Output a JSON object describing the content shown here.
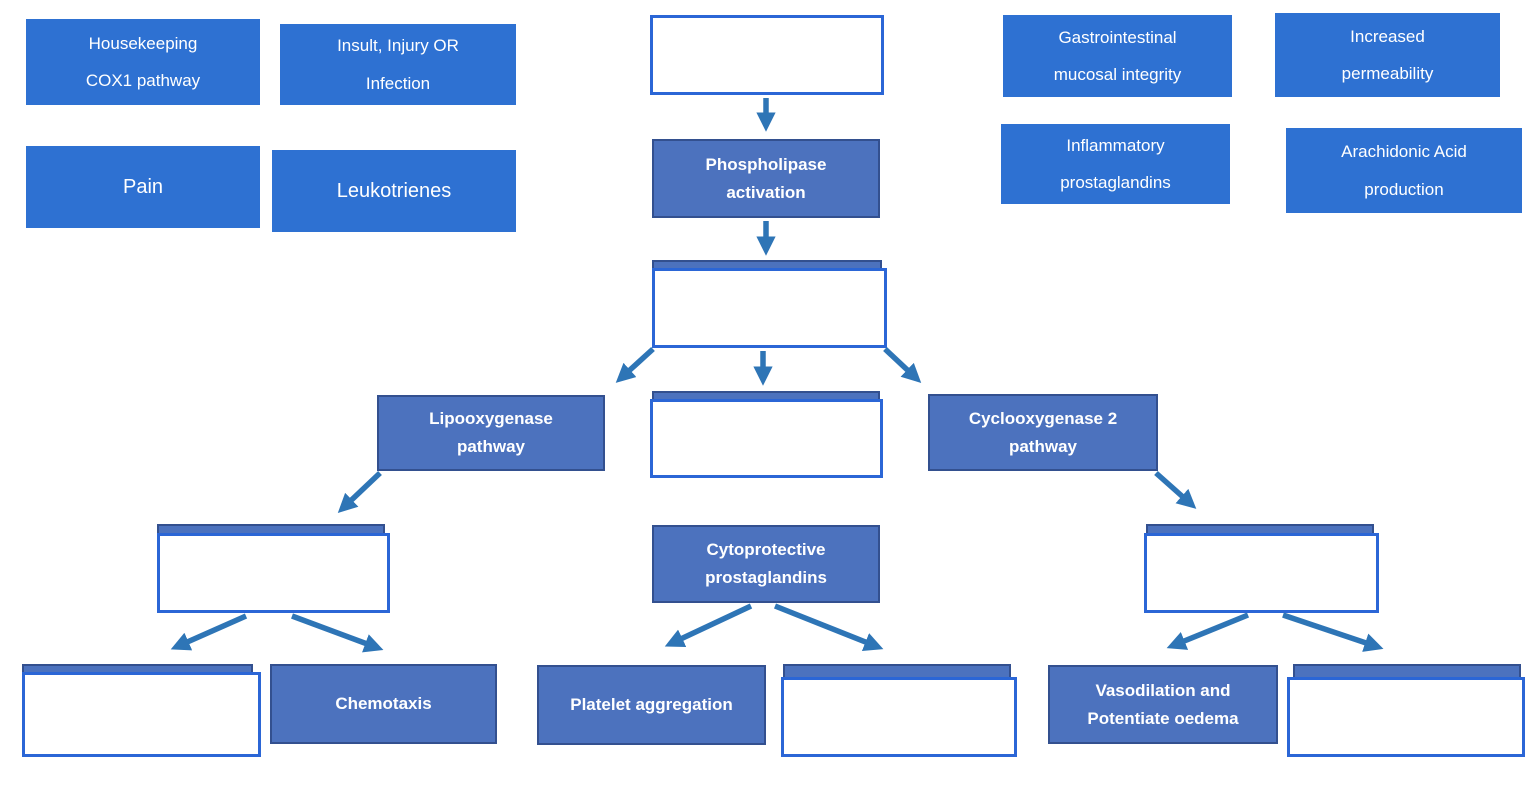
{
  "word_bank": {
    "items": [
      {
        "id": "housekeeping",
        "label": "Housekeeping\nCOX1 pathway"
      },
      {
        "id": "insult_injury_infection",
        "label": "Insult, Injury OR\nInfection"
      },
      {
        "id": "pain",
        "label": "Pain"
      },
      {
        "id": "leukotrienes",
        "label": "Leukotrienes"
      },
      {
        "id": "gastrointestinal",
        "label": "Gastrointestinal\nmucosal integrity"
      },
      {
        "id": "increased_permeability",
        "label": "Increased\npermeability"
      },
      {
        "id": "inflammatory",
        "label": "Inflammatory\nprostaglandins"
      },
      {
        "id": "arachidonic_acid",
        "label": "Arachidonic Acid\nproduction"
      }
    ]
  },
  "flowchart": {
    "nodes": [
      {
        "id": "phospholipase",
        "label": "Phospholipase\nactivation"
      },
      {
        "id": "lipooxygenase",
        "label": "Lipooxygenase\npathway"
      },
      {
        "id": "cyclooxygenase2",
        "label": "Cyclooxygenase 2\npathway"
      },
      {
        "id": "cytoprotective",
        "label": "Cytoprotective\nprostaglandins"
      },
      {
        "id": "chemotaxis",
        "label": "Chemotaxis"
      },
      {
        "id": "platelet",
        "label": "Platelet aggregation"
      },
      {
        "id": "vasodilation",
        "label": "Vasodilation and\nPotentiate oedema"
      }
    ],
    "empty_slot_count": 8
  },
  "colors": {
    "word_bank_fill": "#2e71d2",
    "node_fill": "#4c72be",
    "node_border": "#33508f",
    "drop_zone_border": "#2b66d6",
    "arrow": "#2e75b6",
    "text": "#ffffff"
  }
}
